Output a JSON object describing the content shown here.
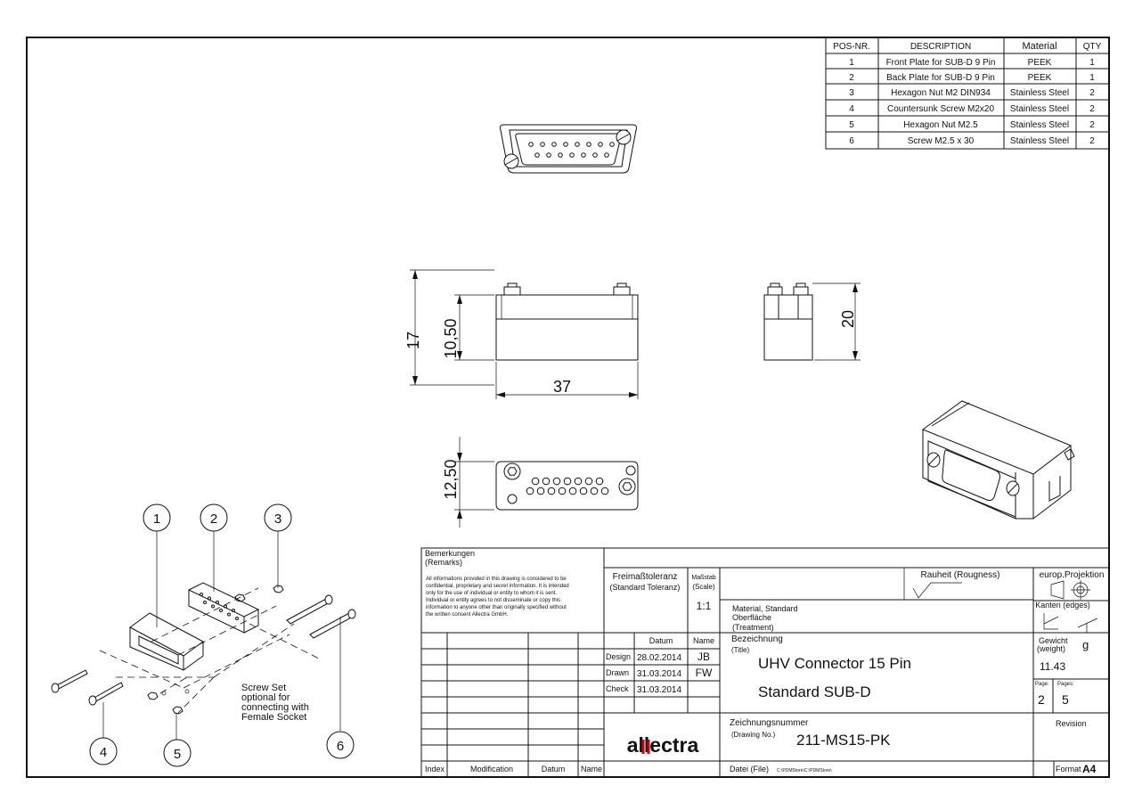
{
  "bom": {
    "headers": [
      "POS-NR.",
      "DESCRIPTION",
      "Material",
      "QTY"
    ],
    "rows": [
      [
        "1",
        "Front Plate for SUB-D 9 Pin",
        "PEEK",
        "1"
      ],
      [
        "2",
        "Back Plate for SUB-D 9 Pin",
        "PEEK",
        "1"
      ],
      [
        "3",
        "Hexagon Nut M2 DIN934",
        "Stainless Steel",
        "2"
      ],
      [
        "4",
        "Countersunk Screw M2x20",
        "Stainless Steel",
        "2"
      ],
      [
        "5",
        "Hexagon Nut M2.5",
        "Stainless Steel",
        "2"
      ],
      [
        "6",
        "Screw M2.5 x 30",
        "Stainless Steel",
        "2"
      ]
    ]
  },
  "dimensions": {
    "height_total": "17",
    "height_body": "10,50",
    "length": "37",
    "side_height": "20",
    "bottom_height": "12,50"
  },
  "balloons": [
    "1",
    "2",
    "3",
    "4",
    "5",
    "6"
  ],
  "screw_note": [
    "Screw Set",
    "optional for",
    "connecting with",
    "Female Socket"
  ],
  "title_block": {
    "remarks_title": "Bemerkungen",
    "remarks_subtitle": "(Remarks)",
    "remarks_text": [
      "All informations provided in this drawing is considered to be",
      "confidential, proprietary and secret information. It is intended",
      "only for the use of individual or entity to whom it is sent.",
      "Individual or entity agrees to not disseminate or copy this",
      "information to anyone other than originally specified without",
      "the written consent Allectra GmbH."
    ],
    "tolerance_title": "Freimaßtoleranz",
    "tolerance_subtitle": "(Standard Toleranz)",
    "scale_label": "Maßstab",
    "scale_label_en": "(Scale)",
    "scale_value": "1:1",
    "roughness_label": "Rauheit (Rougness)",
    "projection_label": "europ.Projektion",
    "edges_label": "Kanten (edges)",
    "material_lines": [
      "Material, Standard",
      "Oberfläche",
      "(Treatment)"
    ],
    "datum_label": "Datum",
    "name_label": "Name",
    "design_label": "Design",
    "design_date": "28.02.2014",
    "design_name": "JB",
    "drawn_label": "Drawn",
    "drawn_date": "31.03.2014",
    "drawn_name": "FW",
    "check_label": "Check",
    "check_date": "31.03.2014",
    "bezeichnung_label": "Bezeichnung",
    "title_label_en": "(Title)",
    "title_line1": "UHV Connector 15 Pin",
    "title_line2": "Standard SUB-D",
    "weight_label": "Gewicht",
    "weight_label_en": "(weight)",
    "weight_unit": "g",
    "weight_value": "11.43",
    "page_label": "Page:",
    "page_value": "2",
    "pages_label": "Pages:",
    "pages_value": "5",
    "drawing_no_label": "Zeichnungsnummer",
    "drawing_no_label_en": "(Drawing No.)",
    "drawing_no": "211-MS15-PK",
    "revision_label": "Revision",
    "logo_text": "allectra",
    "file_label": "Datei (File)",
    "file_path": "C:\\PDMStore\\C:\\PDMStore\\",
    "format_label": "Format",
    "format_value": "A4",
    "index_label": "Index",
    "modification_label": "Modification",
    "datum_bottom_label": "Datum",
    "name_bottom_label": "Name"
  }
}
